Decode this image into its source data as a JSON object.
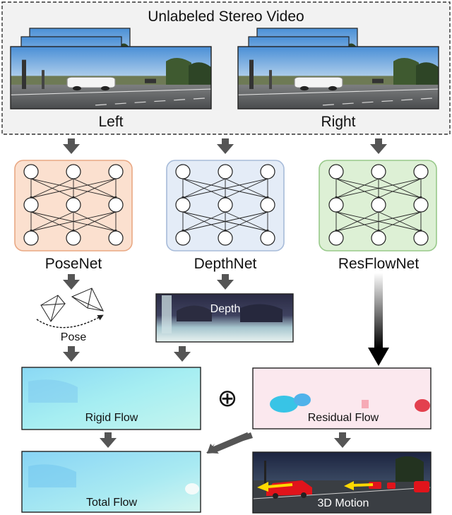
{
  "stereo_video": {
    "title": "Unlabeled Stereo Video",
    "left_label": "Left",
    "right_label": "Right"
  },
  "networks": [
    {
      "id": "posenet",
      "label": "PoseNet",
      "fill": "#fbe0cf",
      "stroke": "#e9a884"
    },
    {
      "id": "depthnet",
      "label": "DepthNet",
      "fill": "#e4ecf7",
      "stroke": "#a7bbd9"
    },
    {
      "id": "resflownet",
      "label": "ResFlowNet",
      "fill": "#ddf0d5",
      "stroke": "#98c98a"
    }
  ],
  "outputs": {
    "pose_label": "Pose",
    "depth_label": "Depth",
    "rigid_flow_label": "Rigid Flow",
    "residual_flow_label": "Residual Flow",
    "total_flow_label": "Total Flow",
    "motion_label": "3D Motion",
    "combine_symbol": "⊕"
  },
  "colors": {
    "arrow": "#555555",
    "flow_cyan": "#9ee8f0",
    "flow_blue": "#b8d6f3",
    "residual_bg": "#fbe7ec",
    "car_red": "#e0141b",
    "motion_arrow": "#ffd800"
  }
}
